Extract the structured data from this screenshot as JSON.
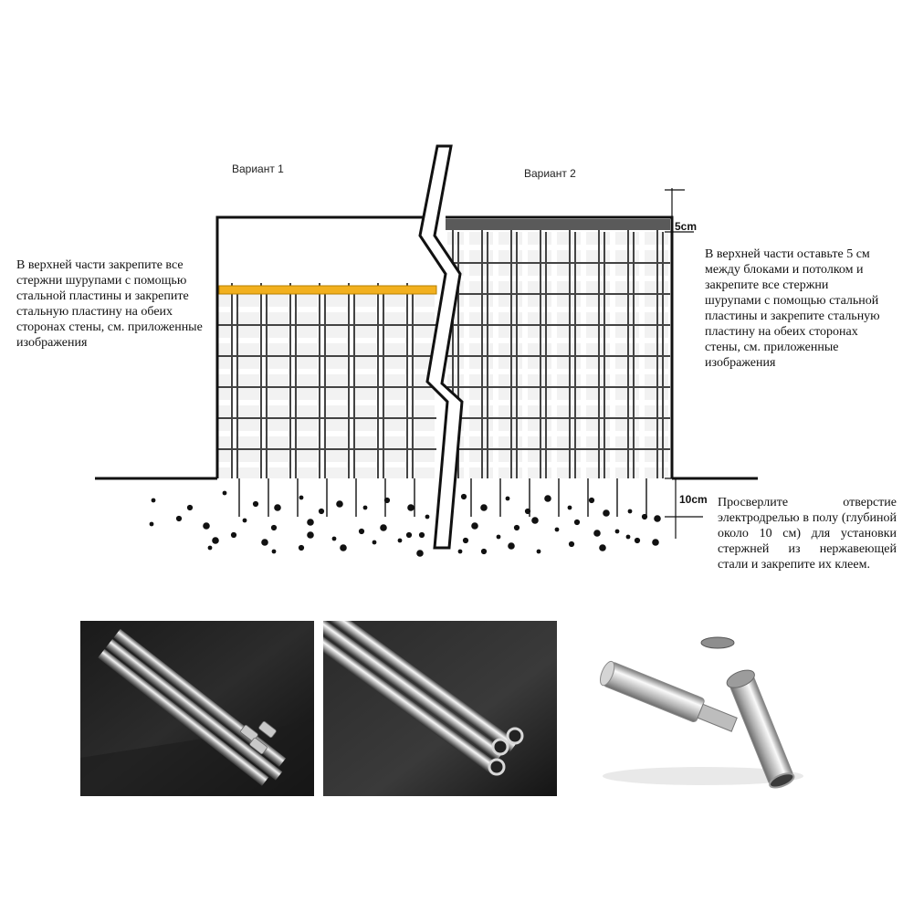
{
  "variant1_label": "Вариант 1",
  "variant2_label": "Вариант 2",
  "note_left": "В верхней части закрепите все стержни шурупами с помощью стальной пластины и закрепите стальную пластину на обеих сторонах стены, см. приложенные изображения",
  "note_right": "В верхней части оставьте 5 см между блоками и потолком и закрепите все стержни шурупами с помощью стальной пластины и закрепите стальную пластину на обеих сторонах стены, см. приложенные изображения",
  "note_drill": "Просверлите отверстие электродрелью в полу (глубиной около 10 см) для установки стержней из нержавеющей стали и закрепите их клеем.",
  "dim_top": "5cm",
  "dim_bottom": "10cm",
  "colors": {
    "plate_yellow": "#f2b01e",
    "plate_gray": "#555555",
    "grid_line": "#444444",
    "ink": "#111111"
  },
  "photos": [
    {
      "name": "threaded-rods-photo"
    },
    {
      "name": "hollow-rods-photo"
    },
    {
      "name": "connector-parts-photo"
    }
  ]
}
